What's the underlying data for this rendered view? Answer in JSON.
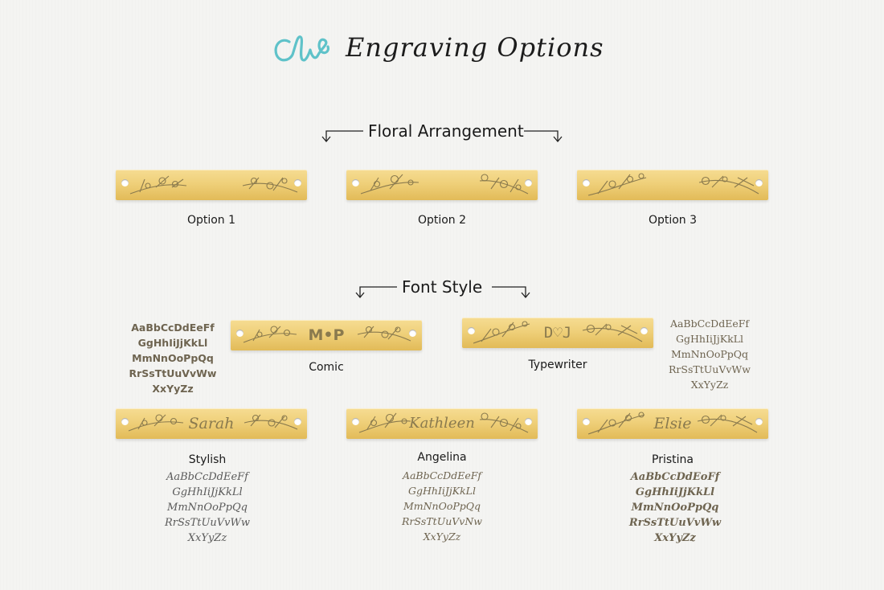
{
  "header": {
    "title": "Engraving Options"
  },
  "colors": {
    "logo": "#5fc2c9",
    "gold_light": "#f6dc92",
    "gold_dark": "#e2bb58",
    "engrave": "#8a7a4e"
  },
  "floral": {
    "label": "Floral Arrangement",
    "options": [
      {
        "label": "Option 1"
      },
      {
        "label": "Option 2"
      },
      {
        "label": "Option 3"
      }
    ]
  },
  "fonts": {
    "label": "Font Style",
    "comic": {
      "name": "Comic",
      "engraving": "M•P",
      "sample": "AaBbCcDdEeFf\nGgHhIiJjKkLl\nMmNnOoPpQq\nRrSsTtUuVvWw\nXxYyZz"
    },
    "typewriter": {
      "name": "Typewriter",
      "engraving": "D♡J",
      "sample": "AaBbCcDdEeFf\nGgHhIiJjKkLl\nMmNnOoPpQq\nRrSsTtUuVvWw\nXxYyZz"
    },
    "stylish": {
      "name": "Stylish",
      "engraving": "Sarah",
      "sample": "AaBbCcDdEeFf\nGgHhIiJjKkLl\nMmNnOoPpQq\nRrSsTtUuVvWw\nXxYyZz"
    },
    "angelina": {
      "name": "Angelina",
      "engraving": "Kathleen",
      "sample": "AaBbCcDdEeFf\nGgHhIiJjKkLl\nMmNnOoPpQq\nRrSsTtUuVvNw\nXxYyZz"
    },
    "pristina": {
      "name": "Pristina",
      "engraving": "Elsie",
      "sample": "AaBbCcDdEoFf\nGgHhIiJjKkLl\nMmNnOoPpQq\nRrSsTtUuVvWw\nXxYyZz"
    }
  }
}
